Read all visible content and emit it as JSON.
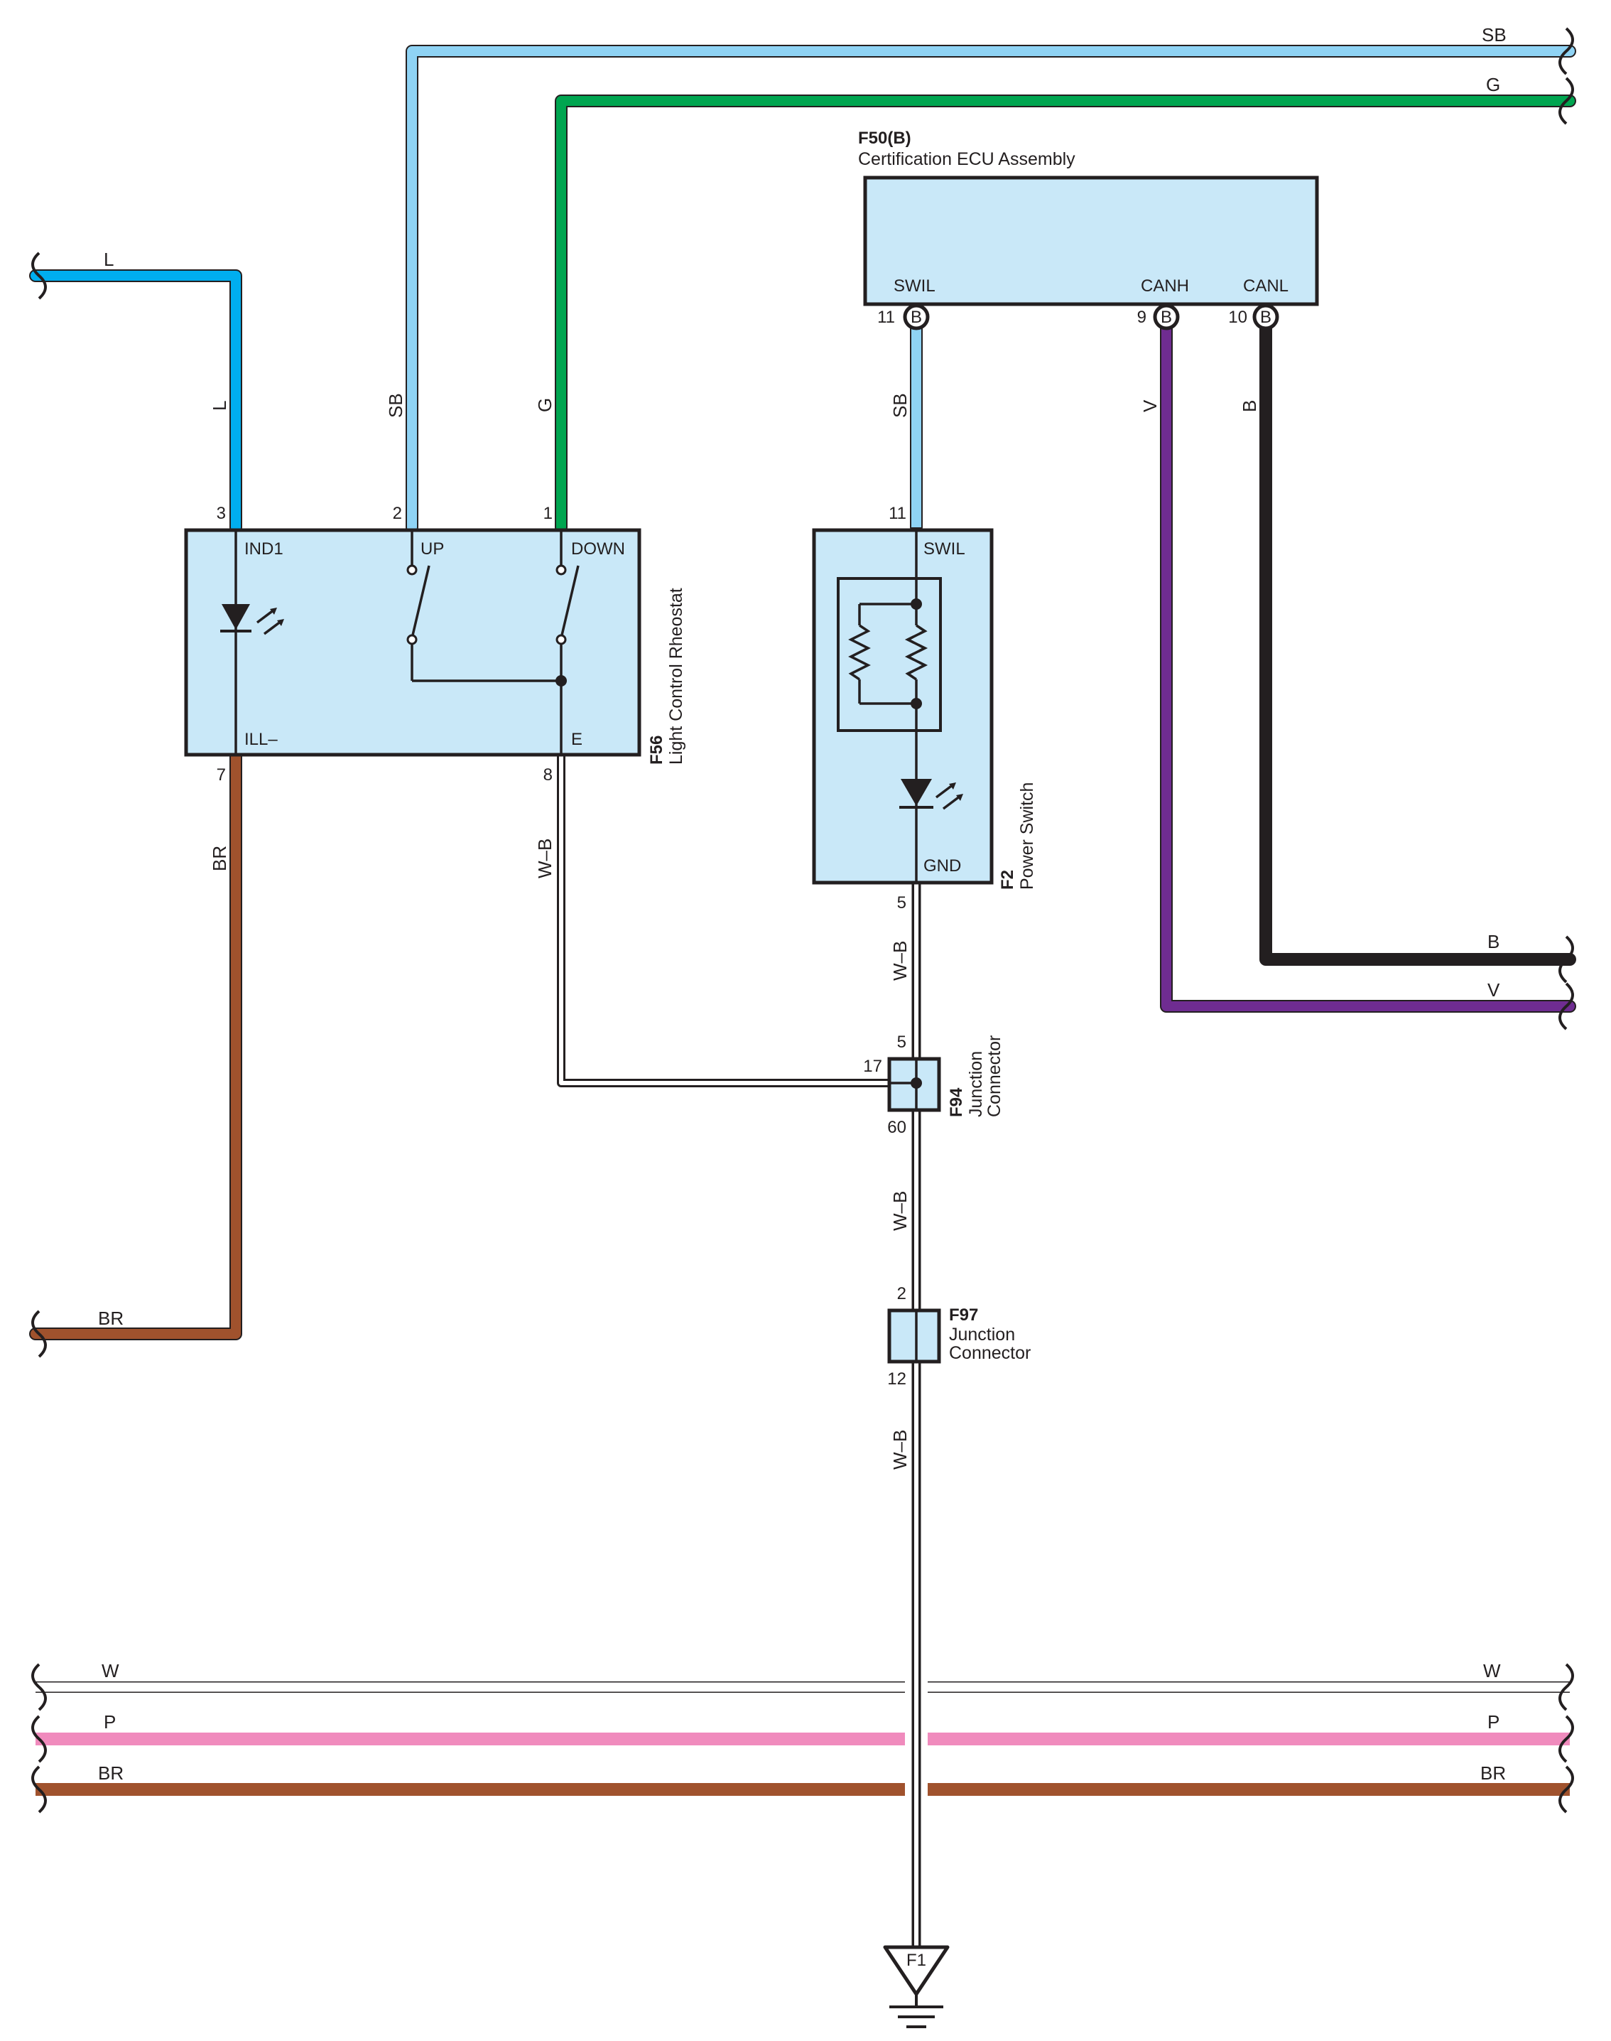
{
  "colors": {
    "SB": "#8fd3f4",
    "G": "#00a550",
    "L": "#00aeef",
    "V": "#6f2c91",
    "B": "#231f20",
    "BR": "#a0522d",
    "P": "#f08bbd",
    "W": "#ffffff",
    "W-B": "#ffffff",
    "box_fill": "#c9e8f8"
  },
  "wire_labels": {
    "sb_top_right": "SB",
    "g_top_right": "G",
    "l_left_end": "L",
    "l_vertical": "L",
    "sb_vertical_rheostat": "SB",
    "g_vertical_rheostat": "G",
    "sb_vertical_power": "SB",
    "v_vertical": "V",
    "b_vertical": "B",
    "b_right_end": "B",
    "v_right_end": "V",
    "br_vertical": "BR",
    "br_left_end": "BR",
    "wb_rheostat": "W–B",
    "wb_power_1": "W–B",
    "wb_power_2": "W–B",
    "wb_power_3": "W–B",
    "w_bus_left": "W",
    "w_bus_right": "W",
    "p_bus_left": "P",
    "p_bus_right": "P",
    "br_bus_left": "BR",
    "br_bus_right": "BR"
  },
  "ecu": {
    "code": "F50(B)",
    "name": "Certification ECU Assembly",
    "terminals": {
      "swil": {
        "name": "SWIL",
        "pin": "11",
        "marker": "B"
      },
      "canh": {
        "name": "CANH",
        "pin": "9",
        "marker": "B"
      },
      "canl": {
        "name": "CANL",
        "pin": "10",
        "marker": "B"
      }
    }
  },
  "rheostat": {
    "code": "F56",
    "name": "Light Control Rheostat",
    "terminals": {
      "ind1": {
        "name": "IND1",
        "pin": "3"
      },
      "up": {
        "name": "UP",
        "pin": "2"
      },
      "down": {
        "name": "DOWN",
        "pin": "1"
      },
      "ill": {
        "name": "ILL–",
        "pin": "7"
      },
      "e": {
        "name": "E",
        "pin": "8"
      }
    }
  },
  "power_switch": {
    "code": "F2",
    "name": "Power Switch",
    "terminals": {
      "swil": {
        "name": "SWIL",
        "pin": "11"
      },
      "gnd": {
        "name": "GND",
        "pin": "5"
      }
    }
  },
  "j94": {
    "code": "F94",
    "name_line1": "Junction",
    "name_line2": "Connector",
    "pins": {
      "top": "5",
      "left": "17",
      "bottom": "60"
    }
  },
  "j97": {
    "code": "F97",
    "name_line1": "Junction",
    "name_line2": "Connector",
    "pins": {
      "top": "2",
      "bottom": "12"
    }
  },
  "ground": {
    "label": "F1"
  }
}
